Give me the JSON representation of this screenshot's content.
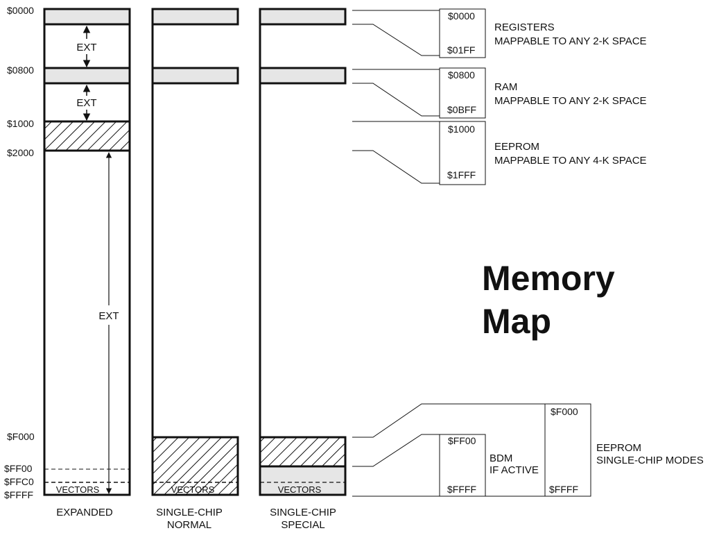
{
  "title": {
    "line1": "Memory",
    "line2": "Map",
    "color": "#0e7f7d"
  },
  "colors": {
    "stroke": "#111111",
    "shade": "#e6e6e6",
    "hatch": "#111111"
  },
  "address_labels": [
    "$0000",
    "$0800",
    "$1000",
    "$2000",
    "$F000",
    "$FF00",
    "$FFC0",
    "$FFFF"
  ],
  "columns": [
    {
      "label_lines": [
        "EXPANDED"
      ],
      "vectors": "VECTORS"
    },
    {
      "label_lines": [
        "SINGLE-CHIP",
        "NORMAL"
      ],
      "vectors": "VECTORS"
    },
    {
      "label_lines": [
        "SINGLE-CHIP",
        "SPECIAL"
      ],
      "vectors": "VECTORS"
    }
  ],
  "ext_labels": [
    "EXT",
    "EXT",
    "EXT"
  ],
  "callouts": [
    {
      "start": "$0000",
      "end": "$01FF",
      "name": "REGISTERS",
      "desc": "MAPPABLE TO ANY 2-K SPACE"
    },
    {
      "start": "$0800",
      "end": "$0BFF",
      "name": "RAM",
      "desc": "MAPPABLE TO ANY 2-K SPACE"
    },
    {
      "start": "$1000",
      "end": "$1FFF",
      "name": "EEPROM",
      "desc": "MAPPABLE TO ANY 4-K SPACE"
    },
    {
      "start": "$FF00",
      "end": "$FFFF",
      "name": "BDM",
      "desc": "IF ACTIVE"
    },
    {
      "start": "$F000",
      "end": "$FFFF",
      "name": "EEPROM",
      "desc": "SINGLE-CHIP MODES"
    }
  ]
}
